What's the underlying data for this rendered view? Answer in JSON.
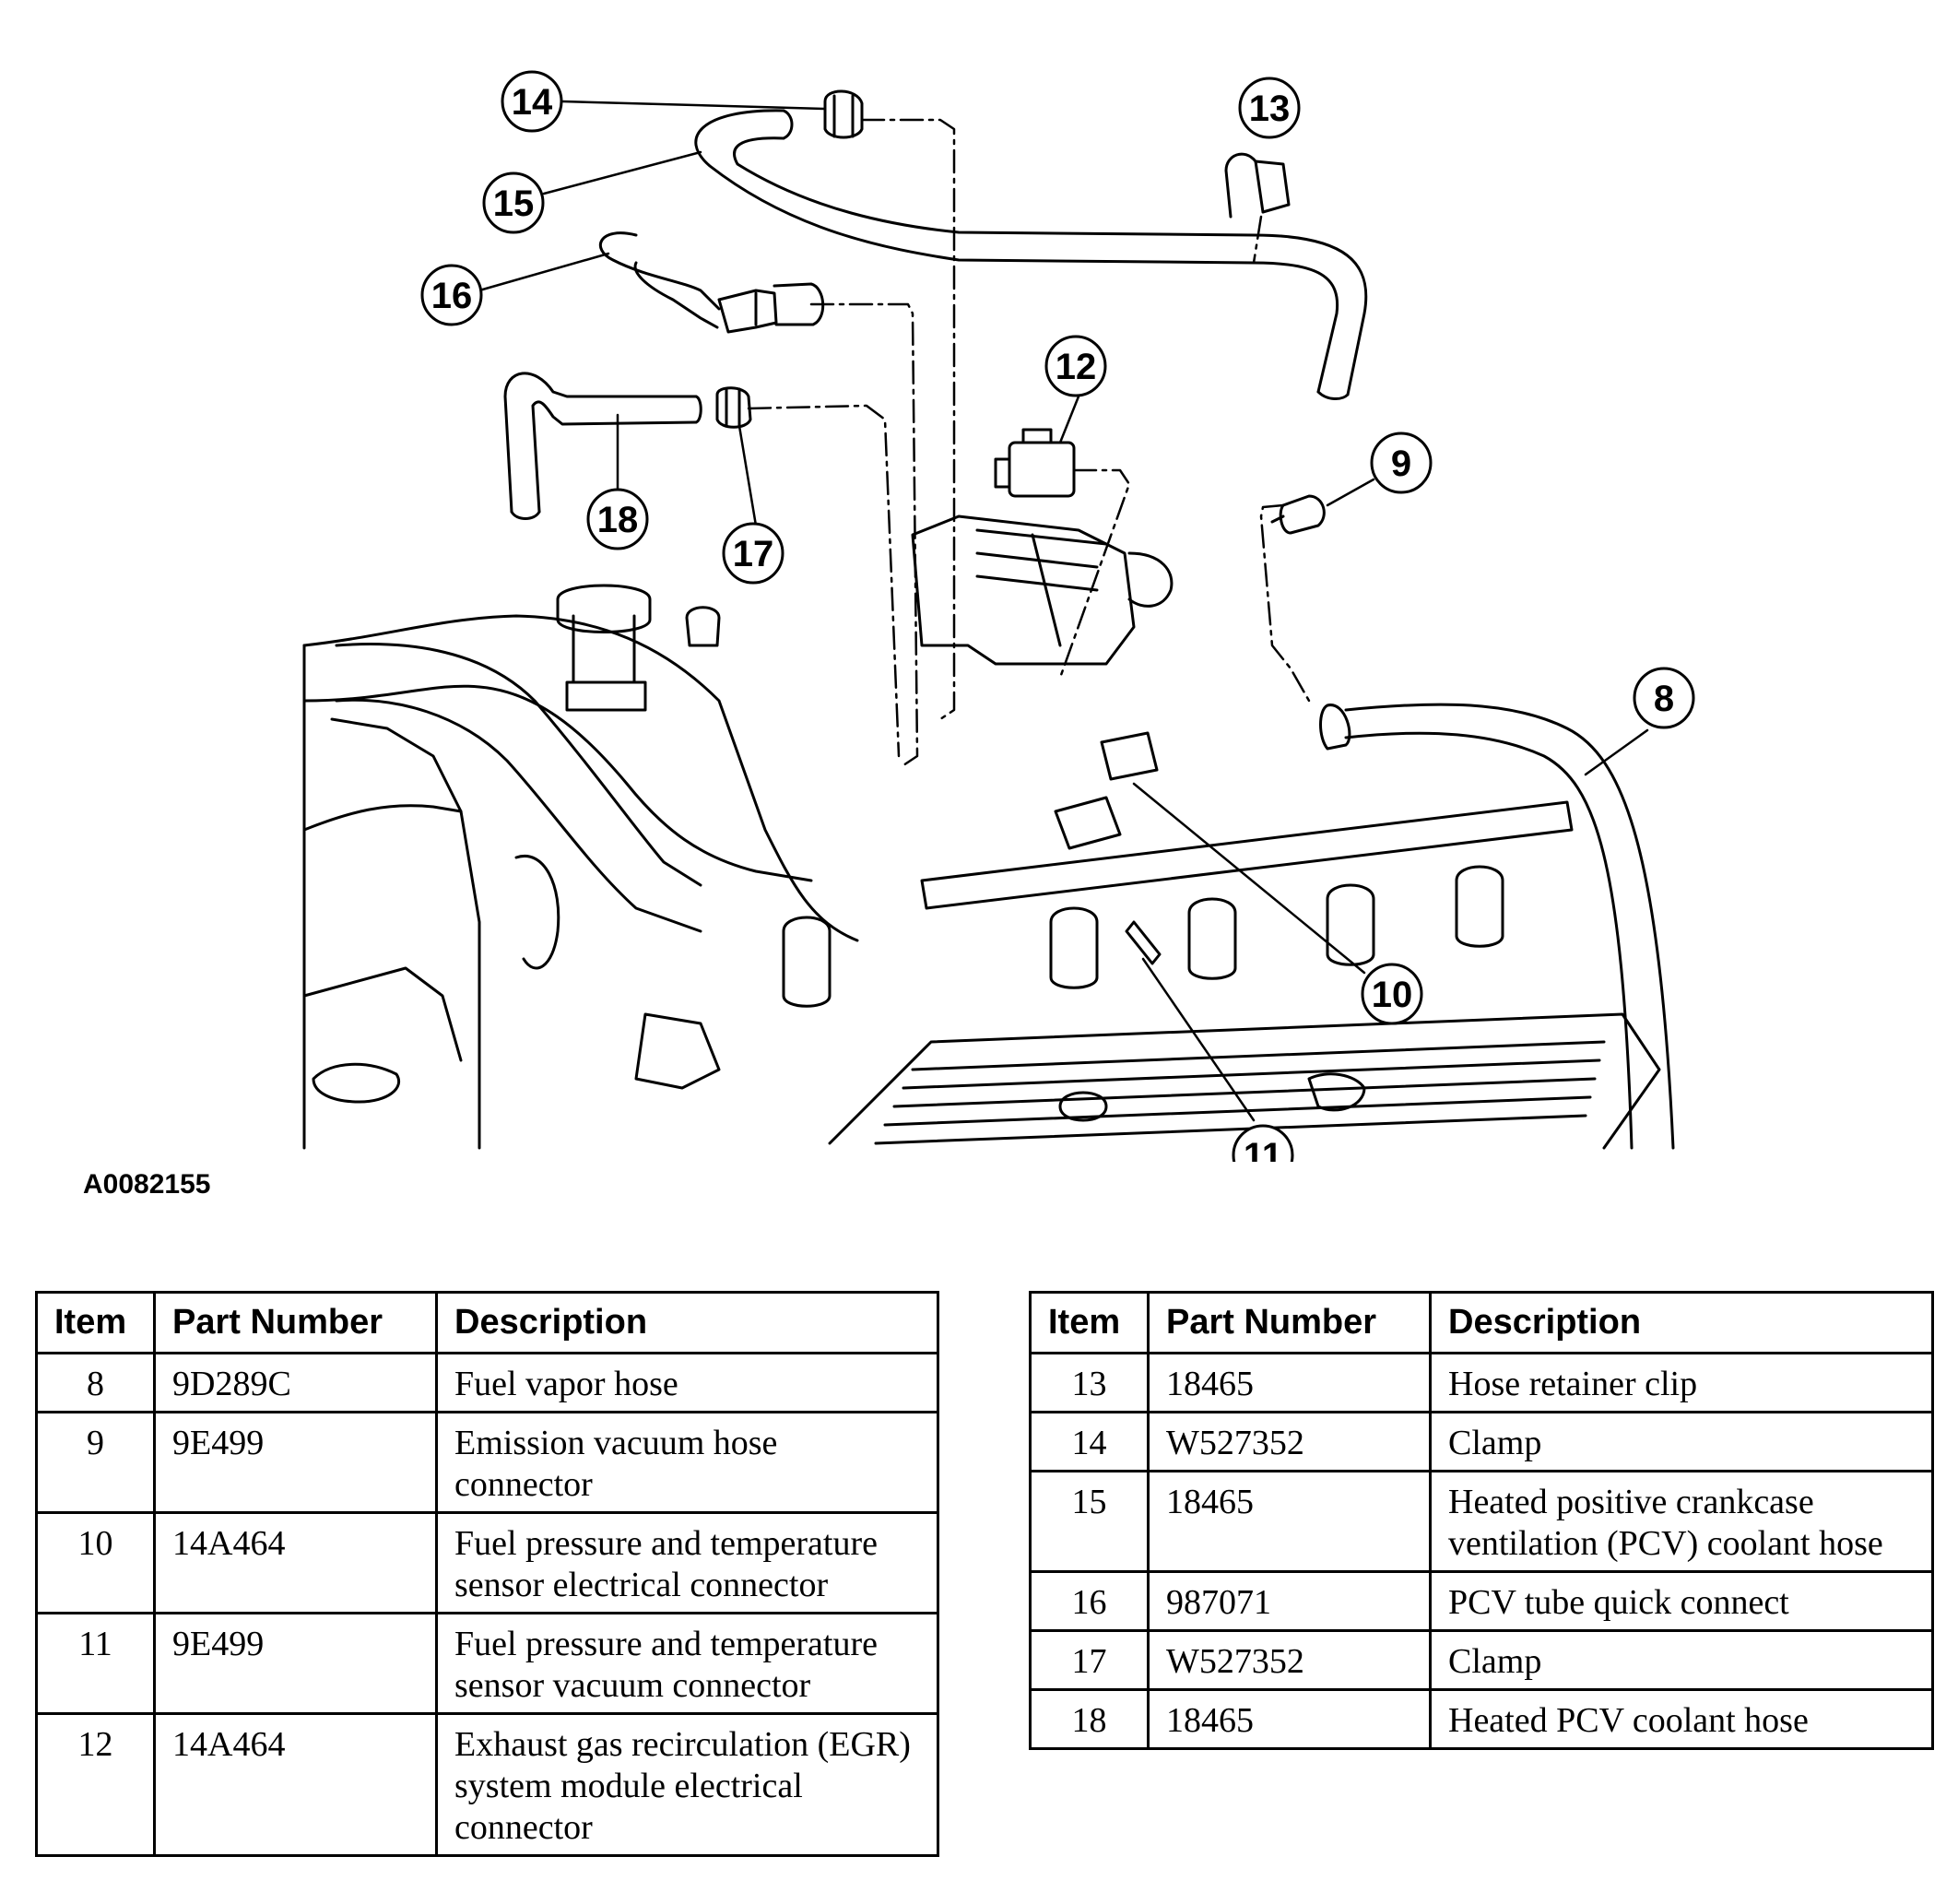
{
  "figure": {
    "id": "A0082155",
    "callouts": [
      "8",
      "9",
      "10",
      "11",
      "12",
      "13",
      "14",
      "15",
      "16",
      "17",
      "18"
    ]
  },
  "tables": {
    "headers": {
      "item": "Item",
      "part_number": "Part Number",
      "description": "Description"
    },
    "left": [
      {
        "item": "8",
        "part_number": "9D289C",
        "description": "Fuel vapor hose"
      },
      {
        "item": "9",
        "part_number": "9E499",
        "description": "Emission vacuum hose connector"
      },
      {
        "item": "10",
        "part_number": "14A464",
        "description": "Fuel pressure and temperature sensor electrical connector"
      },
      {
        "item": "11",
        "part_number": "9E499",
        "description": "Fuel pressure and temperature sensor vacuum connector"
      },
      {
        "item": "12",
        "part_number": "14A464",
        "description": "Exhaust gas recirculation (EGR) system module electrical connector"
      }
    ],
    "right": [
      {
        "item": "13",
        "part_number": "18465",
        "description": "Hose retainer clip"
      },
      {
        "item": "14",
        "part_number": "W527352",
        "description": "Clamp"
      },
      {
        "item": "15",
        "part_number": "18465",
        "description": "Heated positive crankcase ventilation (PCV) coolant hose"
      },
      {
        "item": "16",
        "part_number": "987071",
        "description": "PCV tube quick connect"
      },
      {
        "item": "17",
        "part_number": "W527352",
        "description": "Clamp"
      },
      {
        "item": "18",
        "part_number": "18465",
        "description": "Heated PCV coolant hose"
      }
    ]
  }
}
